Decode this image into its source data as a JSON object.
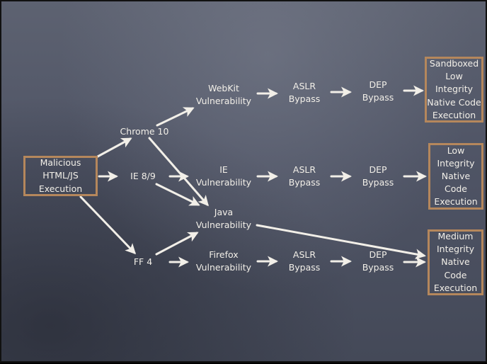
{
  "diagram": {
    "type": "exploit-chain-flowchart",
    "colors": {
      "background": "#4f5465",
      "text": "#f2efe8",
      "box_border": "#b5875c",
      "arrow": "#f2efe8"
    },
    "start": {
      "lines": [
        "Malicious",
        "HTML/JS",
        "Execution"
      ]
    },
    "browsers": {
      "chrome": "Chrome 10",
      "ie": "IE 8/9",
      "ff": "FF 4"
    },
    "vulnerabilities": {
      "webkit": [
        "WebKit",
        "Vulnerability"
      ],
      "ie": [
        "IE",
        "Vulnerability"
      ],
      "java": [
        "Java",
        "Vulnerability"
      ],
      "firefox": [
        "Firefox",
        "Vulnerability"
      ]
    },
    "bypasses": {
      "row1": {
        "aslr": [
          "ASLR",
          "Bypass"
        ],
        "dep": [
          "DEP",
          "Bypass"
        ]
      },
      "row2": {
        "aslr": [
          "ASLR",
          "Bypass"
        ],
        "dep": [
          "DEP",
          "Bypass"
        ]
      },
      "row3": {
        "aslr": [
          "ASLR",
          "Bypass"
        ],
        "dep": [
          "DEP",
          "Bypass"
        ]
      }
    },
    "outcomes": {
      "sandboxed": [
        "Sandboxed",
        "Low",
        "Integrity",
        "Native Code",
        "Execution"
      ],
      "low": [
        "Low",
        "Integrity",
        "Native",
        "Code",
        "Execution"
      ],
      "medium": [
        "Medium",
        "Integrity",
        "Native",
        "Code",
        "Execution"
      ]
    },
    "edges": [
      [
        "start",
        "chrome"
      ],
      [
        "start",
        "ie"
      ],
      [
        "start",
        "ff"
      ],
      [
        "chrome",
        "webkit"
      ],
      [
        "chrome",
        "java"
      ],
      [
        "ie",
        "ie-vuln"
      ],
      [
        "ie",
        "java"
      ],
      [
        "ff",
        "java"
      ],
      [
        "ff",
        "firefox-vuln"
      ],
      [
        "webkit",
        "aslr1"
      ],
      [
        "aslr1",
        "dep1"
      ],
      [
        "dep1",
        "sandboxed"
      ],
      [
        "ie-vuln",
        "aslr2"
      ],
      [
        "aslr2",
        "dep2"
      ],
      [
        "dep2",
        "low"
      ],
      [
        "firefox-vuln",
        "aslr3"
      ],
      [
        "aslr3",
        "dep3"
      ],
      [
        "dep3",
        "medium"
      ],
      [
        "java",
        "medium"
      ]
    ]
  }
}
